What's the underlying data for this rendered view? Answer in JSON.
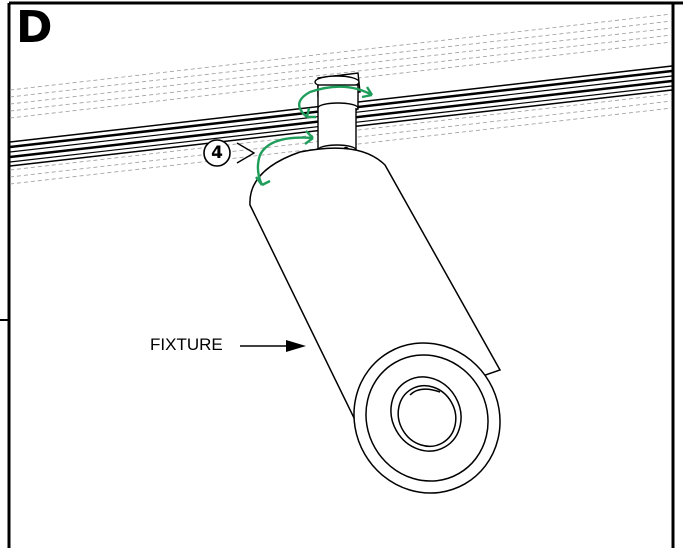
{
  "panel": {
    "letter": "D"
  },
  "callouts": {
    "step_number": "4",
    "fixture_label": "FIXTURE"
  },
  "colors": {
    "rotation_arrow": "#1e9e5a",
    "line": "#000000",
    "track_hatch": "#9a9a9a"
  },
  "icons": [
    "rotation-arrow-icon",
    "rotation-arrow-icon",
    "pointer-arrow-icon"
  ]
}
